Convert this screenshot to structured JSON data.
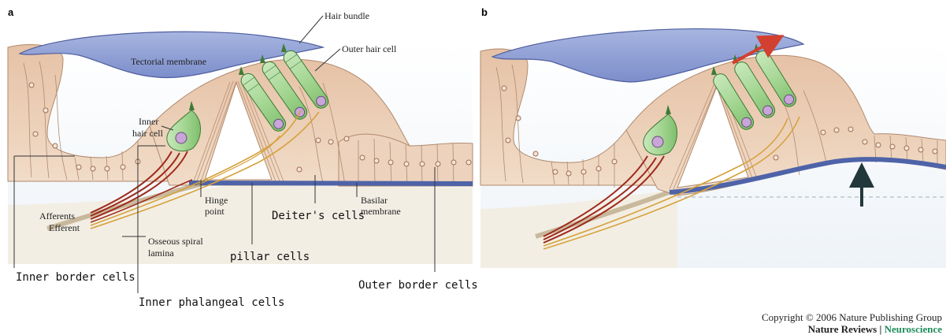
{
  "panels": {
    "a": {
      "letter": "a"
    },
    "b": {
      "letter": "b"
    }
  },
  "labels": {
    "hair_bundle": "Hair bundle",
    "outer_hair_cell": "Outer hair cell",
    "tectorial_membrane": "Tectorial membrane",
    "inner_hair_cell_line1": "Inner",
    "inner_hair_cell_line2": "hair cell",
    "hinge_point_line1": "Hinge",
    "hinge_point_line2": "point",
    "basilar_membrane_line1": "Basilar",
    "basilar_membrane_line2": "membrane",
    "afferents": "Afferents",
    "efferent": "Efferent",
    "osseous_line1": "Osseous spiral",
    "osseous_line2": "lamina",
    "deiters_cells": "Deiter's cells",
    "pillar_cells": "pillar cells",
    "inner_border_cells": "Inner border cells",
    "inner_phalangeal_cells": "Inner phalangeal cells",
    "outer_border_cells": "Outer border cells"
  },
  "credits": {
    "copyright": "Copyright © 2006 Nature Publishing Group",
    "journal_prefix": "Nature Reviews",
    "journal_separator": " | ",
    "journal_name": "Neuroscience"
  },
  "colors": {
    "tectorial": "#8FA0D4",
    "tectorial_edge": "#4F5E9E",
    "tissue": "#E9CDB4",
    "tissue_edge": "#B08A6E",
    "hair_cell": "#A9D79A",
    "hair_cell_edge": "#3E7A36",
    "basilar": "#4E63A8",
    "afferent": "#9E2A1C",
    "efferent": "#D5A23C",
    "nucleus": "#C9A6D8",
    "bone": "#E8DCC6",
    "arrow_red": "#D2402F",
    "arrow_dark": "#22383A",
    "journal_accent": "#1F8C5A"
  }
}
